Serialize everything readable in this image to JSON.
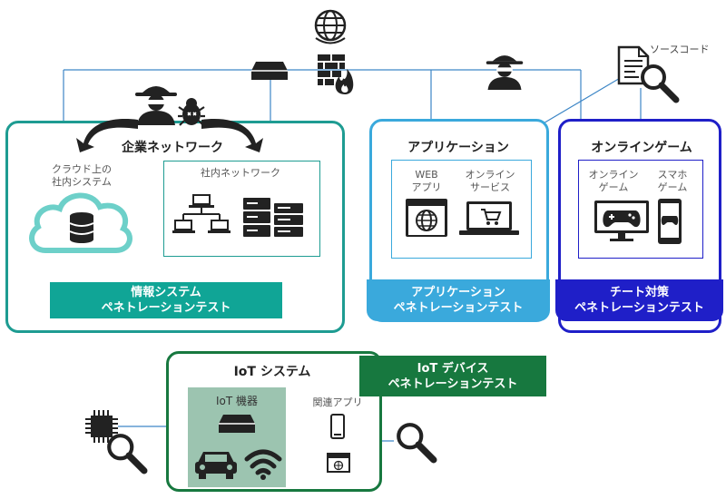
{
  "colors": {
    "teal": "#10a596",
    "teal_dark": "#1e9c92",
    "app_blue": "#3aa9dc",
    "game_blue": "#1f1fc8",
    "iot_green": "#17783f",
    "iot_device_bg": "#9cc4b0",
    "link_line": "#3d86c6"
  },
  "source_code": {
    "label": "ソースコード"
  },
  "corp": {
    "title": "企業ネットワーク",
    "cloud_label": "クラウド上の\n社内システム",
    "internal_label": "社内ネットワーク",
    "band": "情報システム\nペネトレーションテスト"
  },
  "app": {
    "title": "アプリケーション",
    "web_label": "WEB\nアプリ",
    "online_label": "オンライン\nサービス",
    "band": "アプリケーション\nペネトレーションテスト"
  },
  "game": {
    "title": "オンラインゲーム",
    "online_game_label": "オンライン\nゲーム",
    "smartphone_game_label": "スマホ\nゲーム",
    "band": "チート対策\nペネトレーションテスト"
  },
  "iot": {
    "title": "IoT システム",
    "device_label": "IoT 機器",
    "related_app_label": "関連アプリ",
    "band": "IoT デバイス\nペネトレーションテスト"
  },
  "icons": [
    "globe-icon",
    "firewall-icon",
    "router-icon",
    "hacker-icon",
    "bug-icon",
    "document-icon",
    "magnifier-icon",
    "cloud-database-icon",
    "laptops-network-icon",
    "servers-icon",
    "browser-globe-icon",
    "laptop-cart-icon",
    "monitor-gamepad-icon",
    "smartphone-gamepad-icon",
    "chip-icon",
    "car-icon",
    "wifi-icon",
    "smartphone-icon",
    "browser-small-icon"
  ]
}
